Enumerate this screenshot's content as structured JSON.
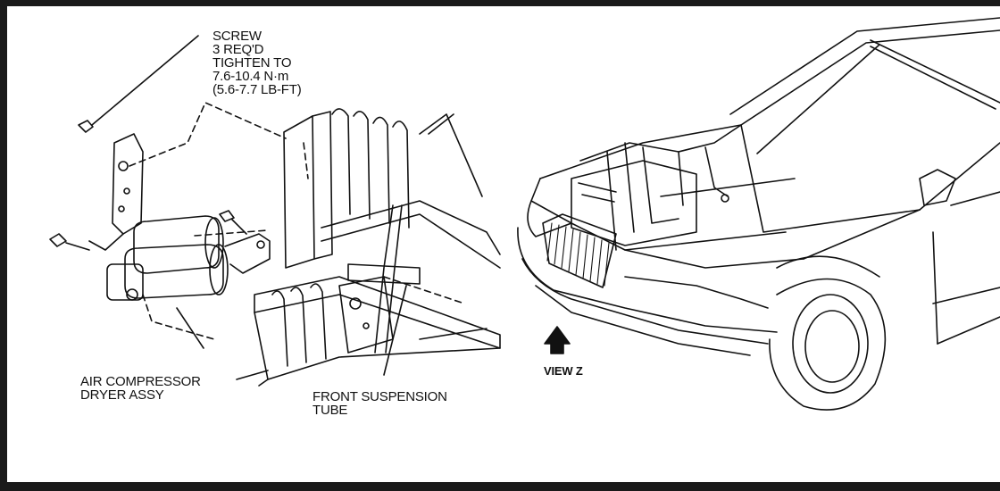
{
  "labels": {
    "screw": [
      "SCREW",
      "3 REQ'D",
      "TIGHTEN TO",
      "7.6-10.4 N·m",
      "(5.6-7.7 LB-FT)"
    ],
    "compressor": [
      "AIR COMPRESSOR",
      "DRYER ASSY"
    ],
    "suspension": [
      "FRONT SUSPENSION",
      "TUBE"
    ],
    "view": "VIEW Z"
  },
  "colors": {
    "ink": "#111111",
    "frame": "#1a1a1a",
    "background": "#ffffff"
  },
  "icons": [
    "view-arrow-icon"
  ]
}
